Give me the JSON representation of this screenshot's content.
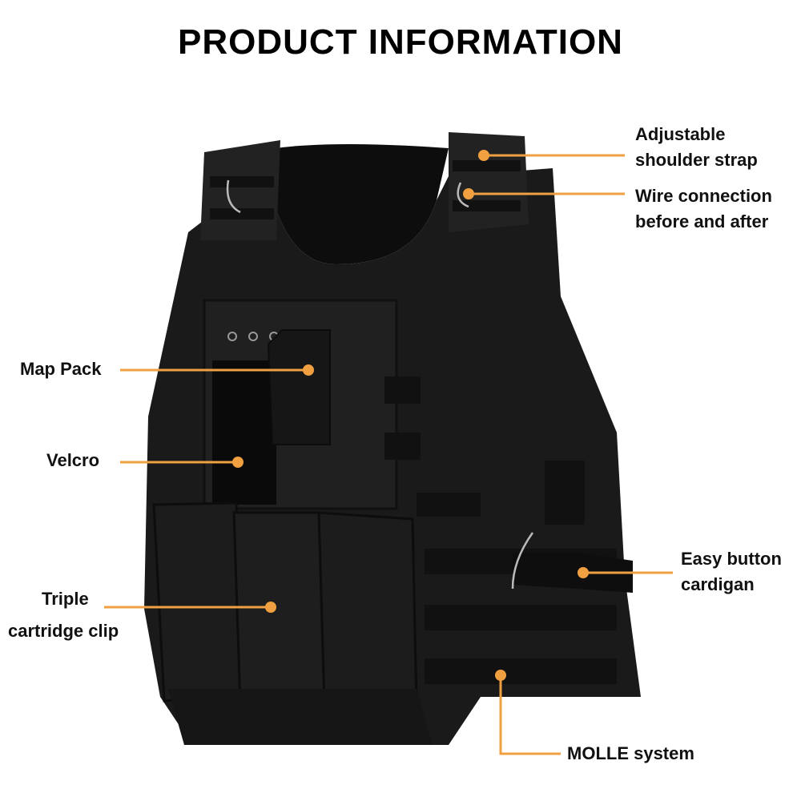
{
  "title": "PRODUCT INFORMATION",
  "accent_color": "#f0a040",
  "product_color": "#1a1a1a",
  "callouts": {
    "shoulder_strap": {
      "line1": "Adjustable",
      "line2": "shoulder strap"
    },
    "wire_connection": {
      "line1": "Wire connection",
      "line2": "before and after"
    },
    "map_pack": {
      "line1": "Map Pack"
    },
    "velcro": {
      "line1": "Velcro"
    },
    "triple_clip": {
      "line1": "Triple",
      "line2": "cartridge clip"
    },
    "easy_button": {
      "line1": "Easy button",
      "line2": "cardigan"
    },
    "molle": {
      "line1": "MOLLE system"
    }
  }
}
